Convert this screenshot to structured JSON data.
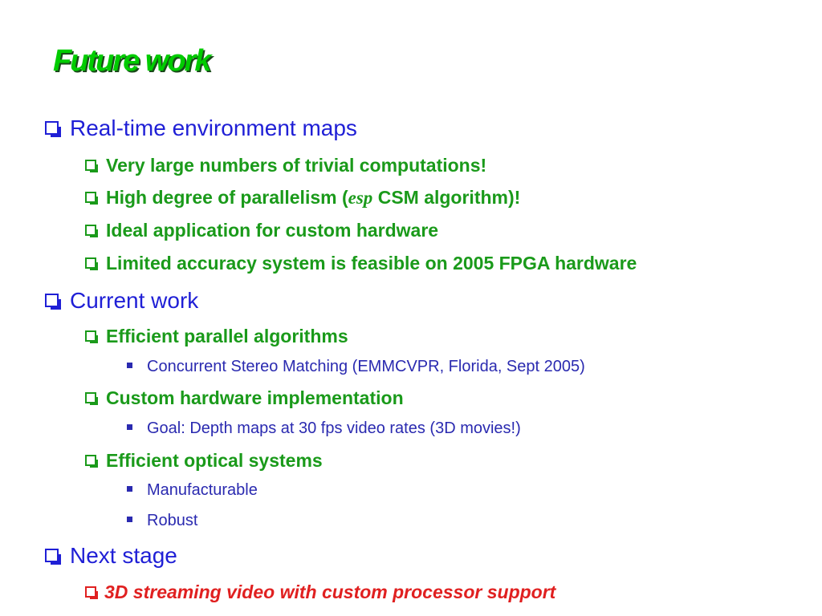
{
  "slide": {
    "title": "Future work",
    "sections": [
      {
        "heading": "Real-time environment maps",
        "items": [
          {
            "text": "Very large numbers of trivial computations!"
          },
          {
            "text_before": "High degree of parallelism (",
            "emphasis": "esp",
            "text_after": " CSM algorithm)!"
          },
          {
            "text": "Ideal application for custom hardware"
          },
          {
            "text": "Limited accuracy system is feasible on 2005 FPGA hardware"
          }
        ]
      },
      {
        "heading": "Current work",
        "items": [
          {
            "text": "Efficient parallel algorithms",
            "subitems": [
              "Concurrent Stereo Matching (EMMCVPR, Florida, Sept 2005)"
            ]
          },
          {
            "text": "Custom hardware implementation",
            "subitems": [
              "Goal:  Depth maps at 30 fps video rates (3D movies!)"
            ]
          },
          {
            "text": "Efficient optical systems",
            "subitems": [
              "Manufacturable",
              "Robust"
            ]
          }
        ]
      },
      {
        "heading": "Next stage",
        "items": [
          {
            "text": "3D streaming video with custom processor support"
          }
        ]
      }
    ]
  },
  "colors": {
    "title": "#00cc00",
    "level1": "#1f1fd6",
    "level2": "#1a9a1a",
    "level3": "#2a2ab0",
    "highlight": "#e02020"
  }
}
